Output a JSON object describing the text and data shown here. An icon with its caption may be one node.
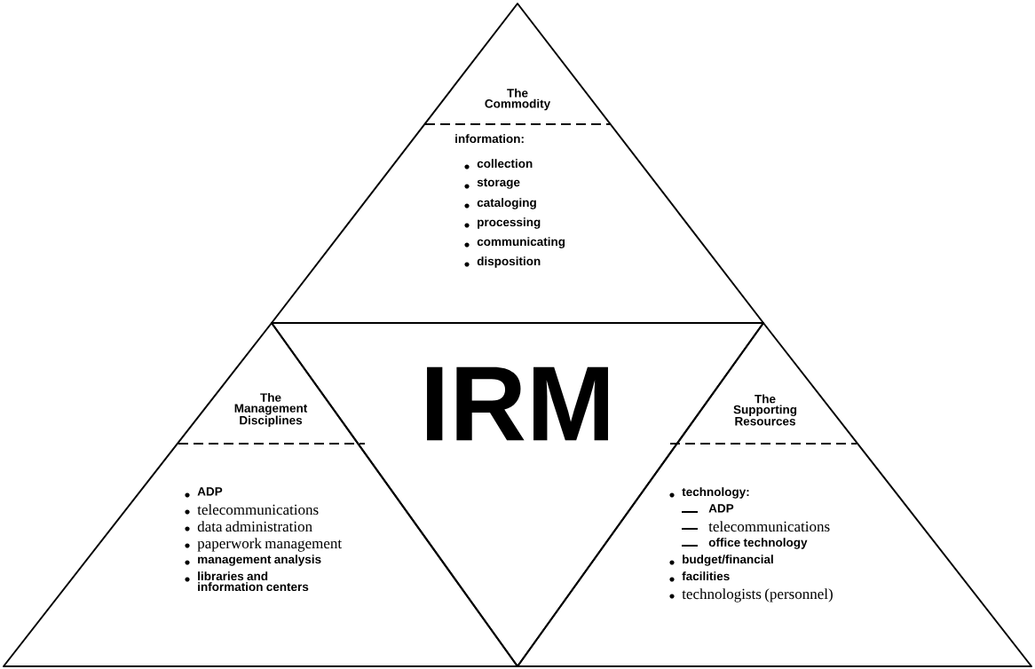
{
  "diagram": {
    "nodes": [
      {
        "text": [
          "The Commodity",
          "information:",
          "collection",
          "storage",
          "cataloging",
          "processing",
          "communicating",
          "disposition"
        ]
      },
      {
        "text": [
          "The Management Disciplines",
          "ADP",
          "telecommunications",
          "data administration",
          "paperwork management",
          "management analysis",
          "libraries and information centers"
        ]
      },
      {
        "text": [
          "IRM"
        ]
      },
      {
        "text": [
          "The Supporting Resources",
          "technology:",
          "ADP",
          "telecommunications",
          "office technology",
          "budget/financial",
          "facilities",
          "technologists (personnel)"
        ]
      }
    ],
    "edges": []
  }
}
